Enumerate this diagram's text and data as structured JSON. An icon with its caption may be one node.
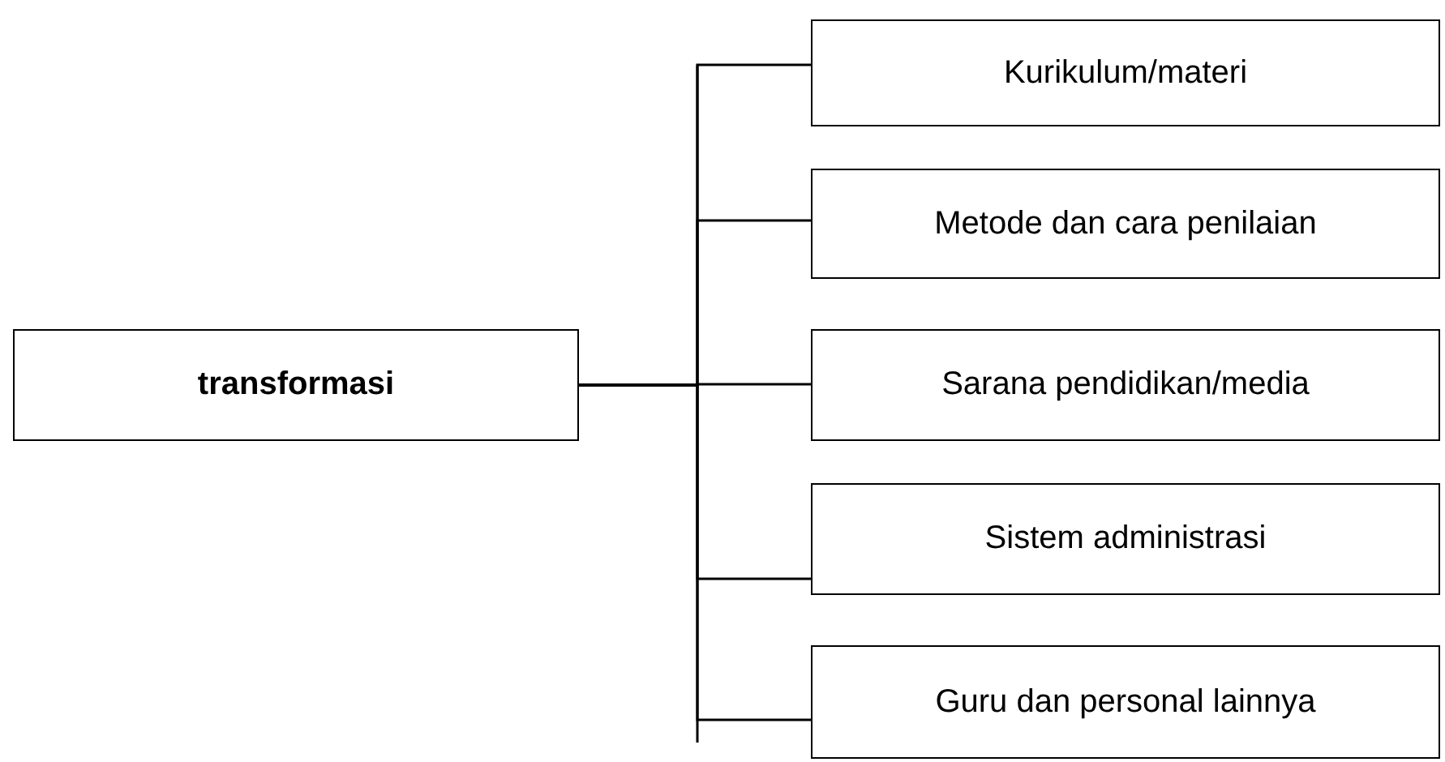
{
  "diagram": {
    "nodes": [
      {
        "text": [
          "transformasi"
        ]
      },
      {
        "text": [
          "Kurikulum/materi"
        ]
      },
      {
        "text": [
          "Metode dan cara penilaian"
        ]
      },
      {
        "text": [
          "Sarana pendidikan/media"
        ]
      },
      {
        "text": [
          "Sistem administrasi"
        ]
      },
      {
        "text": [
          "Guru dan personal lainnya"
        ]
      }
    ],
    "edges": [
      {
        "from": 0,
        "to": 1,
        "arrow": "none"
      },
      {
        "from": 0,
        "to": 2,
        "arrow": "none"
      },
      {
        "from": 0,
        "to": 3,
        "arrow": "none"
      },
      {
        "from": 0,
        "to": 4,
        "arrow": "none"
      },
      {
        "from": 0,
        "to": 5,
        "arrow": "none"
      }
    ]
  }
}
